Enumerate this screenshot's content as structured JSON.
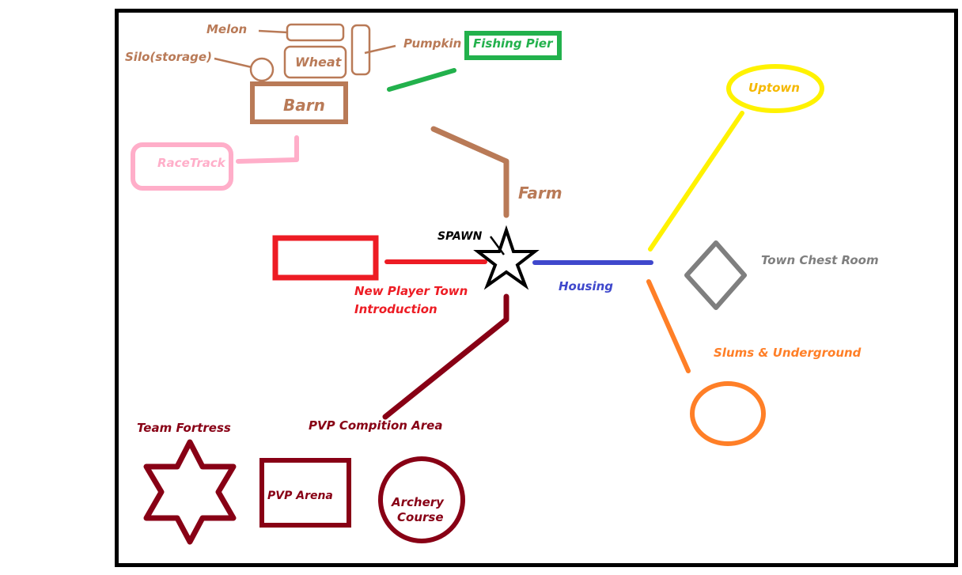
{
  "colors": {
    "farm": "#b97a57",
    "fishing": "#22b14c",
    "racetrack": "#ffaec9",
    "newplayer": "#ed1c24",
    "spawn": "#000000",
    "housing": "#3f48cc",
    "uptown": "#fff200",
    "uptown_text": "#f5b800",
    "chest": "#7f7f7f",
    "slums": "#ff7f27",
    "pvp": "#880015",
    "border": "#000000"
  },
  "labels": {
    "melon": "Melon",
    "silo": "Silo(storage)",
    "wheat": "Wheat",
    "pumpkin": "Pumpkin",
    "fishing_pier": "Fishing Pier",
    "barn": "Barn",
    "racetrack": "RaceTrack",
    "farm": "Farm",
    "spawn": "SPAWN",
    "new_player_line1": "New Player Town",
    "new_player_line2": "Introduction",
    "housing": "Housing",
    "uptown": "Uptown",
    "town_chest_room": "Town Chest Room",
    "slums": "Slums & Underground",
    "pvp_competition": "PVP Compition Area",
    "team_fortress": "Team Fortress",
    "pvp_arena": "PVP Arena",
    "archery_line1": "Archery",
    "archery_line2": "Course"
  }
}
